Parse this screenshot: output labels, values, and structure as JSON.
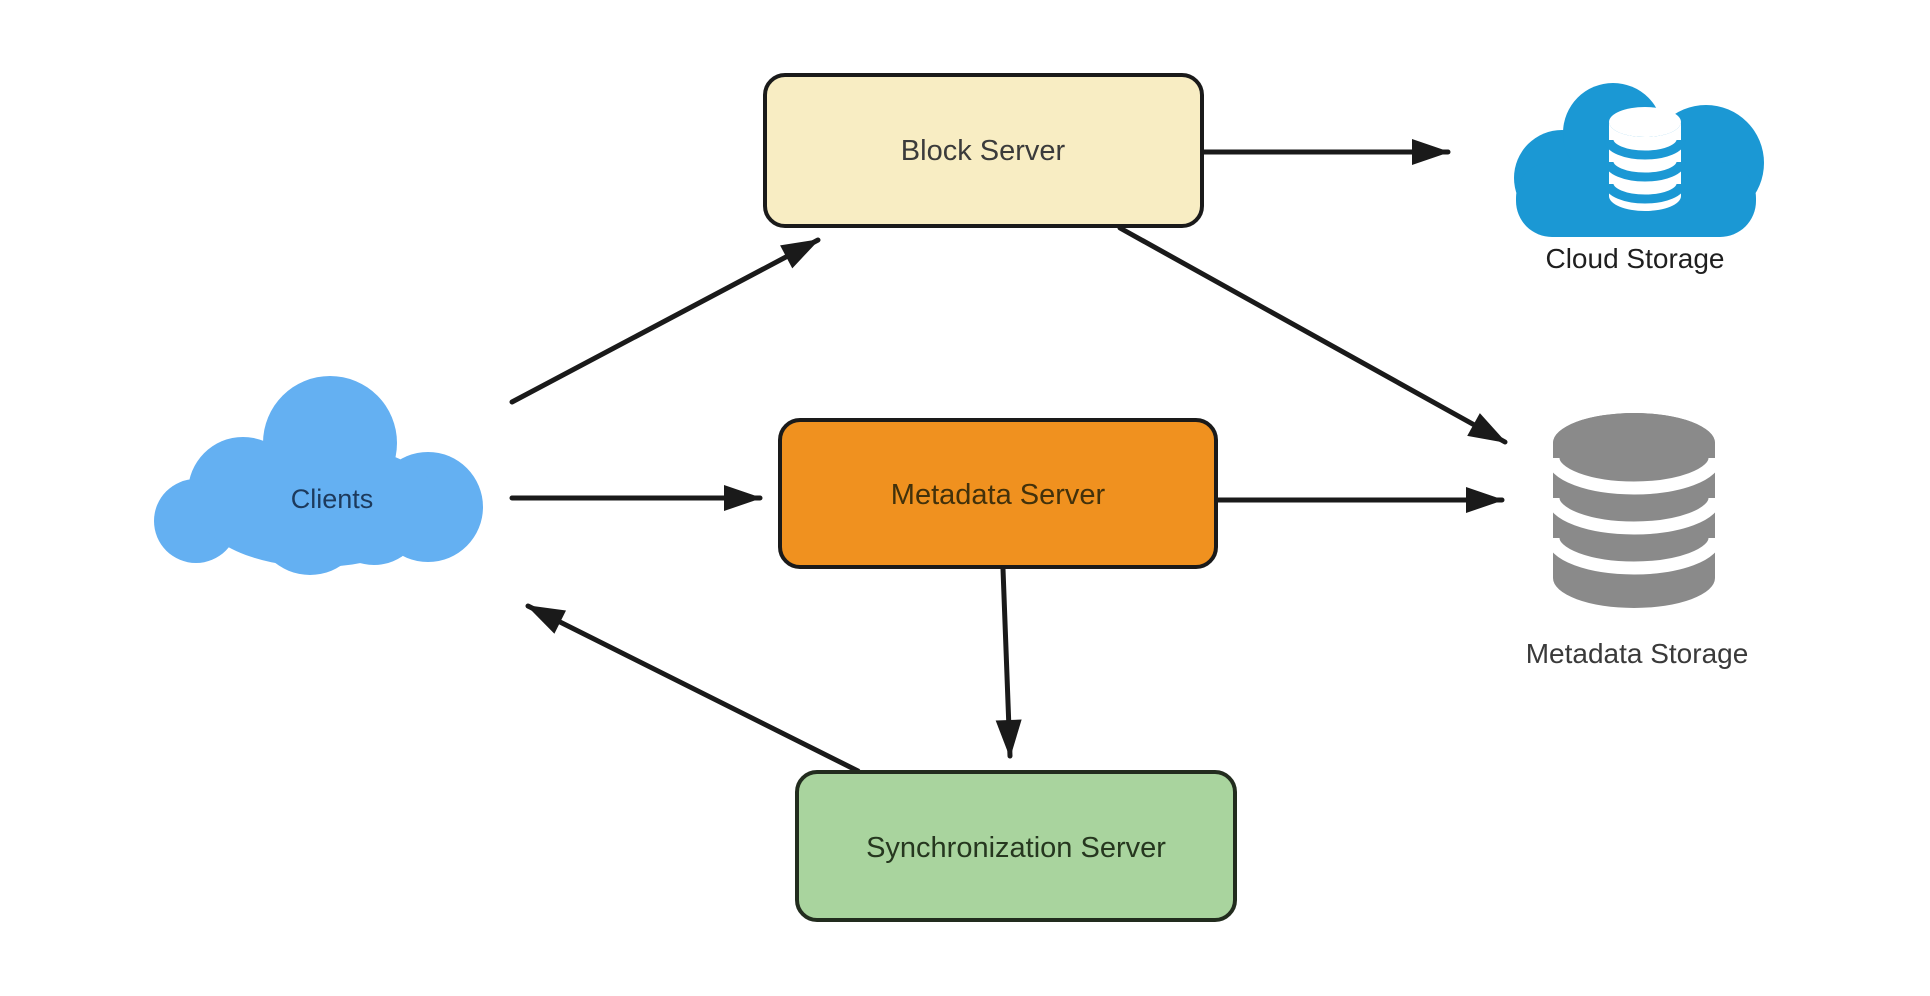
{
  "diagram": {
    "nodes": {
      "clients": {
        "label": "Clients",
        "shape": "cloud"
      },
      "block_server": {
        "label": "Block Server",
        "shape": "rounded-box"
      },
      "metadata_server": {
        "label": "Metadata Server",
        "shape": "rounded-box"
      },
      "sync_server": {
        "label": "Synchronization Server",
        "shape": "rounded-box"
      },
      "cloud_storage": {
        "label": "Cloud Storage",
        "shape": "cloud-database-icon"
      },
      "metadata_storage": {
        "label": "Metadata Storage",
        "shape": "database-icon"
      }
    },
    "edges": [
      {
        "from": "clients",
        "to": "block_server"
      },
      {
        "from": "clients",
        "to": "metadata_server"
      },
      {
        "from": "block_server",
        "to": "cloud_storage"
      },
      {
        "from": "block_server",
        "to": "metadata_storage"
      },
      {
        "from": "metadata_server",
        "to": "metadata_storage"
      },
      {
        "from": "metadata_server",
        "to": "sync_server"
      },
      {
        "from": "sync_server",
        "to": "clients"
      }
    ],
    "colors": {
      "block_server_fill": "#f8edc3",
      "metadata_server_fill": "#f0911f",
      "sync_server_fill": "#a9d49e",
      "clients_cloud": "#64b0f2",
      "cloud_storage_blue": "#1b98d4",
      "metadata_storage_gray": "#8a8a8a",
      "arrow": "#1a1a1a"
    }
  }
}
